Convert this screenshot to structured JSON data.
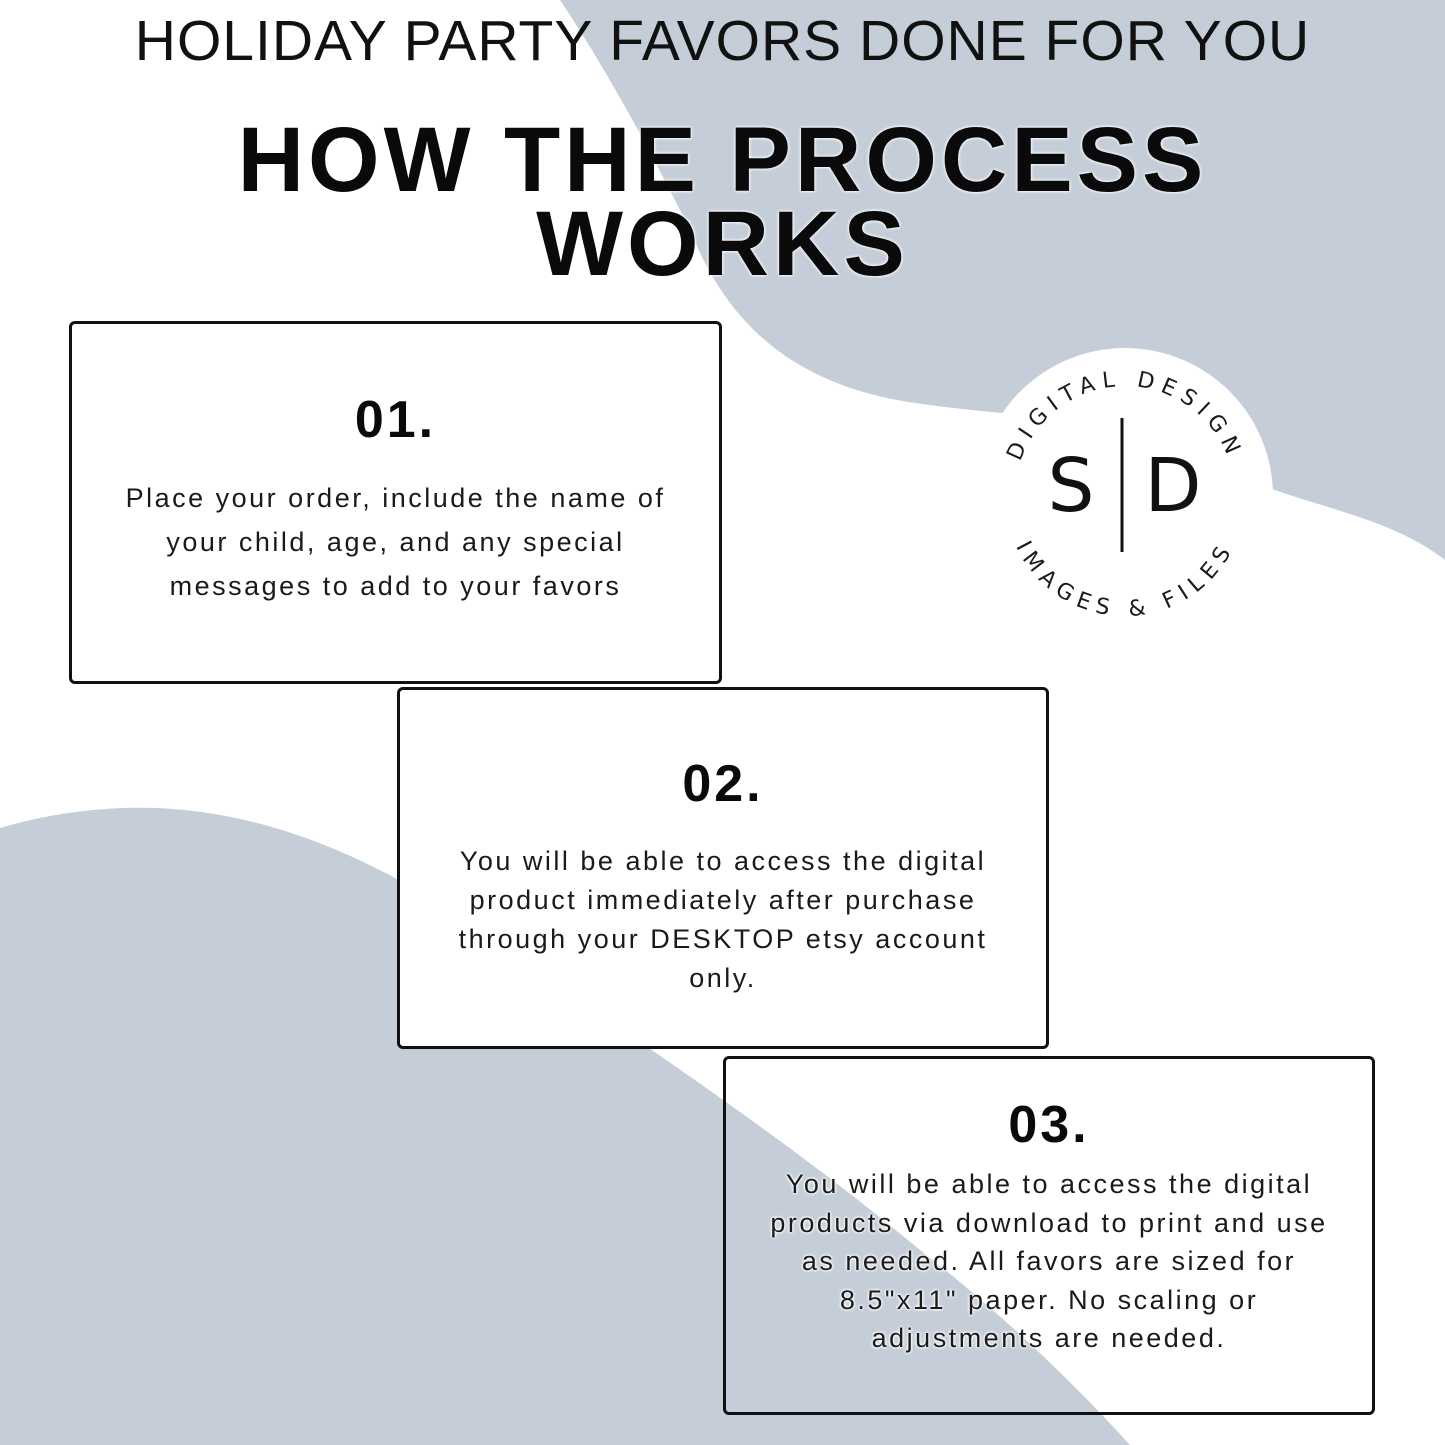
{
  "header": {
    "text": "HOLIDAY PARTY FAVORS DONE FOR YOU"
  },
  "title": {
    "line1": "HOW THE PROCESS",
    "line2": "WORKS"
  },
  "steps": [
    {
      "number": "01.",
      "text": "Place your order, include the name of your child, age, and any special messages to add to your favors"
    },
    {
      "number": "02.",
      "text": "You will be able to access the digital product immediately after purchase through your DESKTOP etsy account only."
    },
    {
      "number": "03.",
      "text": "You will be able to access the digital products via download to print and use as needed. All favors are sized for 8.5\"x11\" paper. No scaling or adjustments are needed."
    }
  ],
  "logo": {
    "monogram_left": "S",
    "monogram_right": "D",
    "ring_top": "DIGITAL DESIGN",
    "ring_bottom": "IMAGES & FILES"
  },
  "colors": {
    "blob": "#c5ced8",
    "border": "#111111",
    "text": "#111111"
  }
}
